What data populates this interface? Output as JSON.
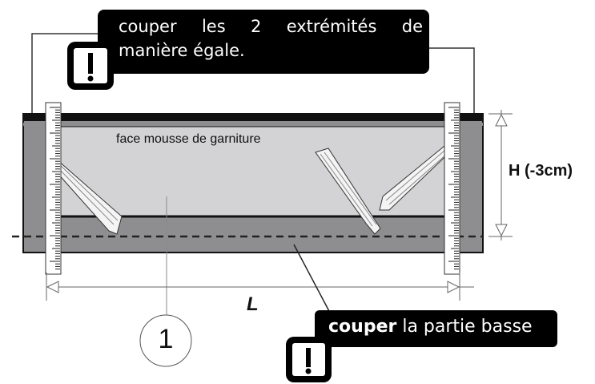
{
  "callouts": {
    "top": {
      "line1": "couper les 2 extrémités de",
      "line1_words": [
        "couper",
        "les",
        "2",
        "extrémités",
        "de"
      ],
      "line2": "manière égale.",
      "icon": "warning-exclamation-icon"
    },
    "bottom": {
      "bold": "couper",
      "rest": " la partie basse",
      "icon": "warning-exclamation-icon"
    }
  },
  "labels": {
    "face": "face mousse de garniture",
    "height": "H (-3cm)",
    "length": "L",
    "item_number": "1"
  },
  "colors": {
    "callout_bg": "#000000",
    "callout_text": "#ffffff",
    "panel_dark": "#8e8e90",
    "panel_light": "#d3d3d5",
    "outline": "#111111",
    "dimension_line": "#777777"
  }
}
